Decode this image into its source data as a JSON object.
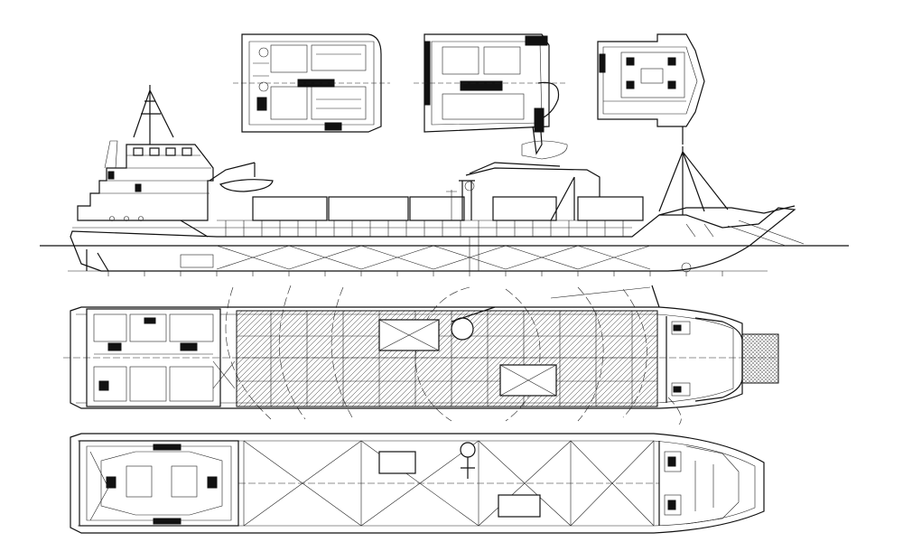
{
  "drawing": {
    "views": [
      "deck-plan-upper",
      "deck-plan-wheelhouse",
      "deck-plan-bridge-top",
      "side-profile",
      "main-deck-plan",
      "hold-plan"
    ]
  },
  "colors": {
    "line": "#111111",
    "background": "#ffffff"
  }
}
